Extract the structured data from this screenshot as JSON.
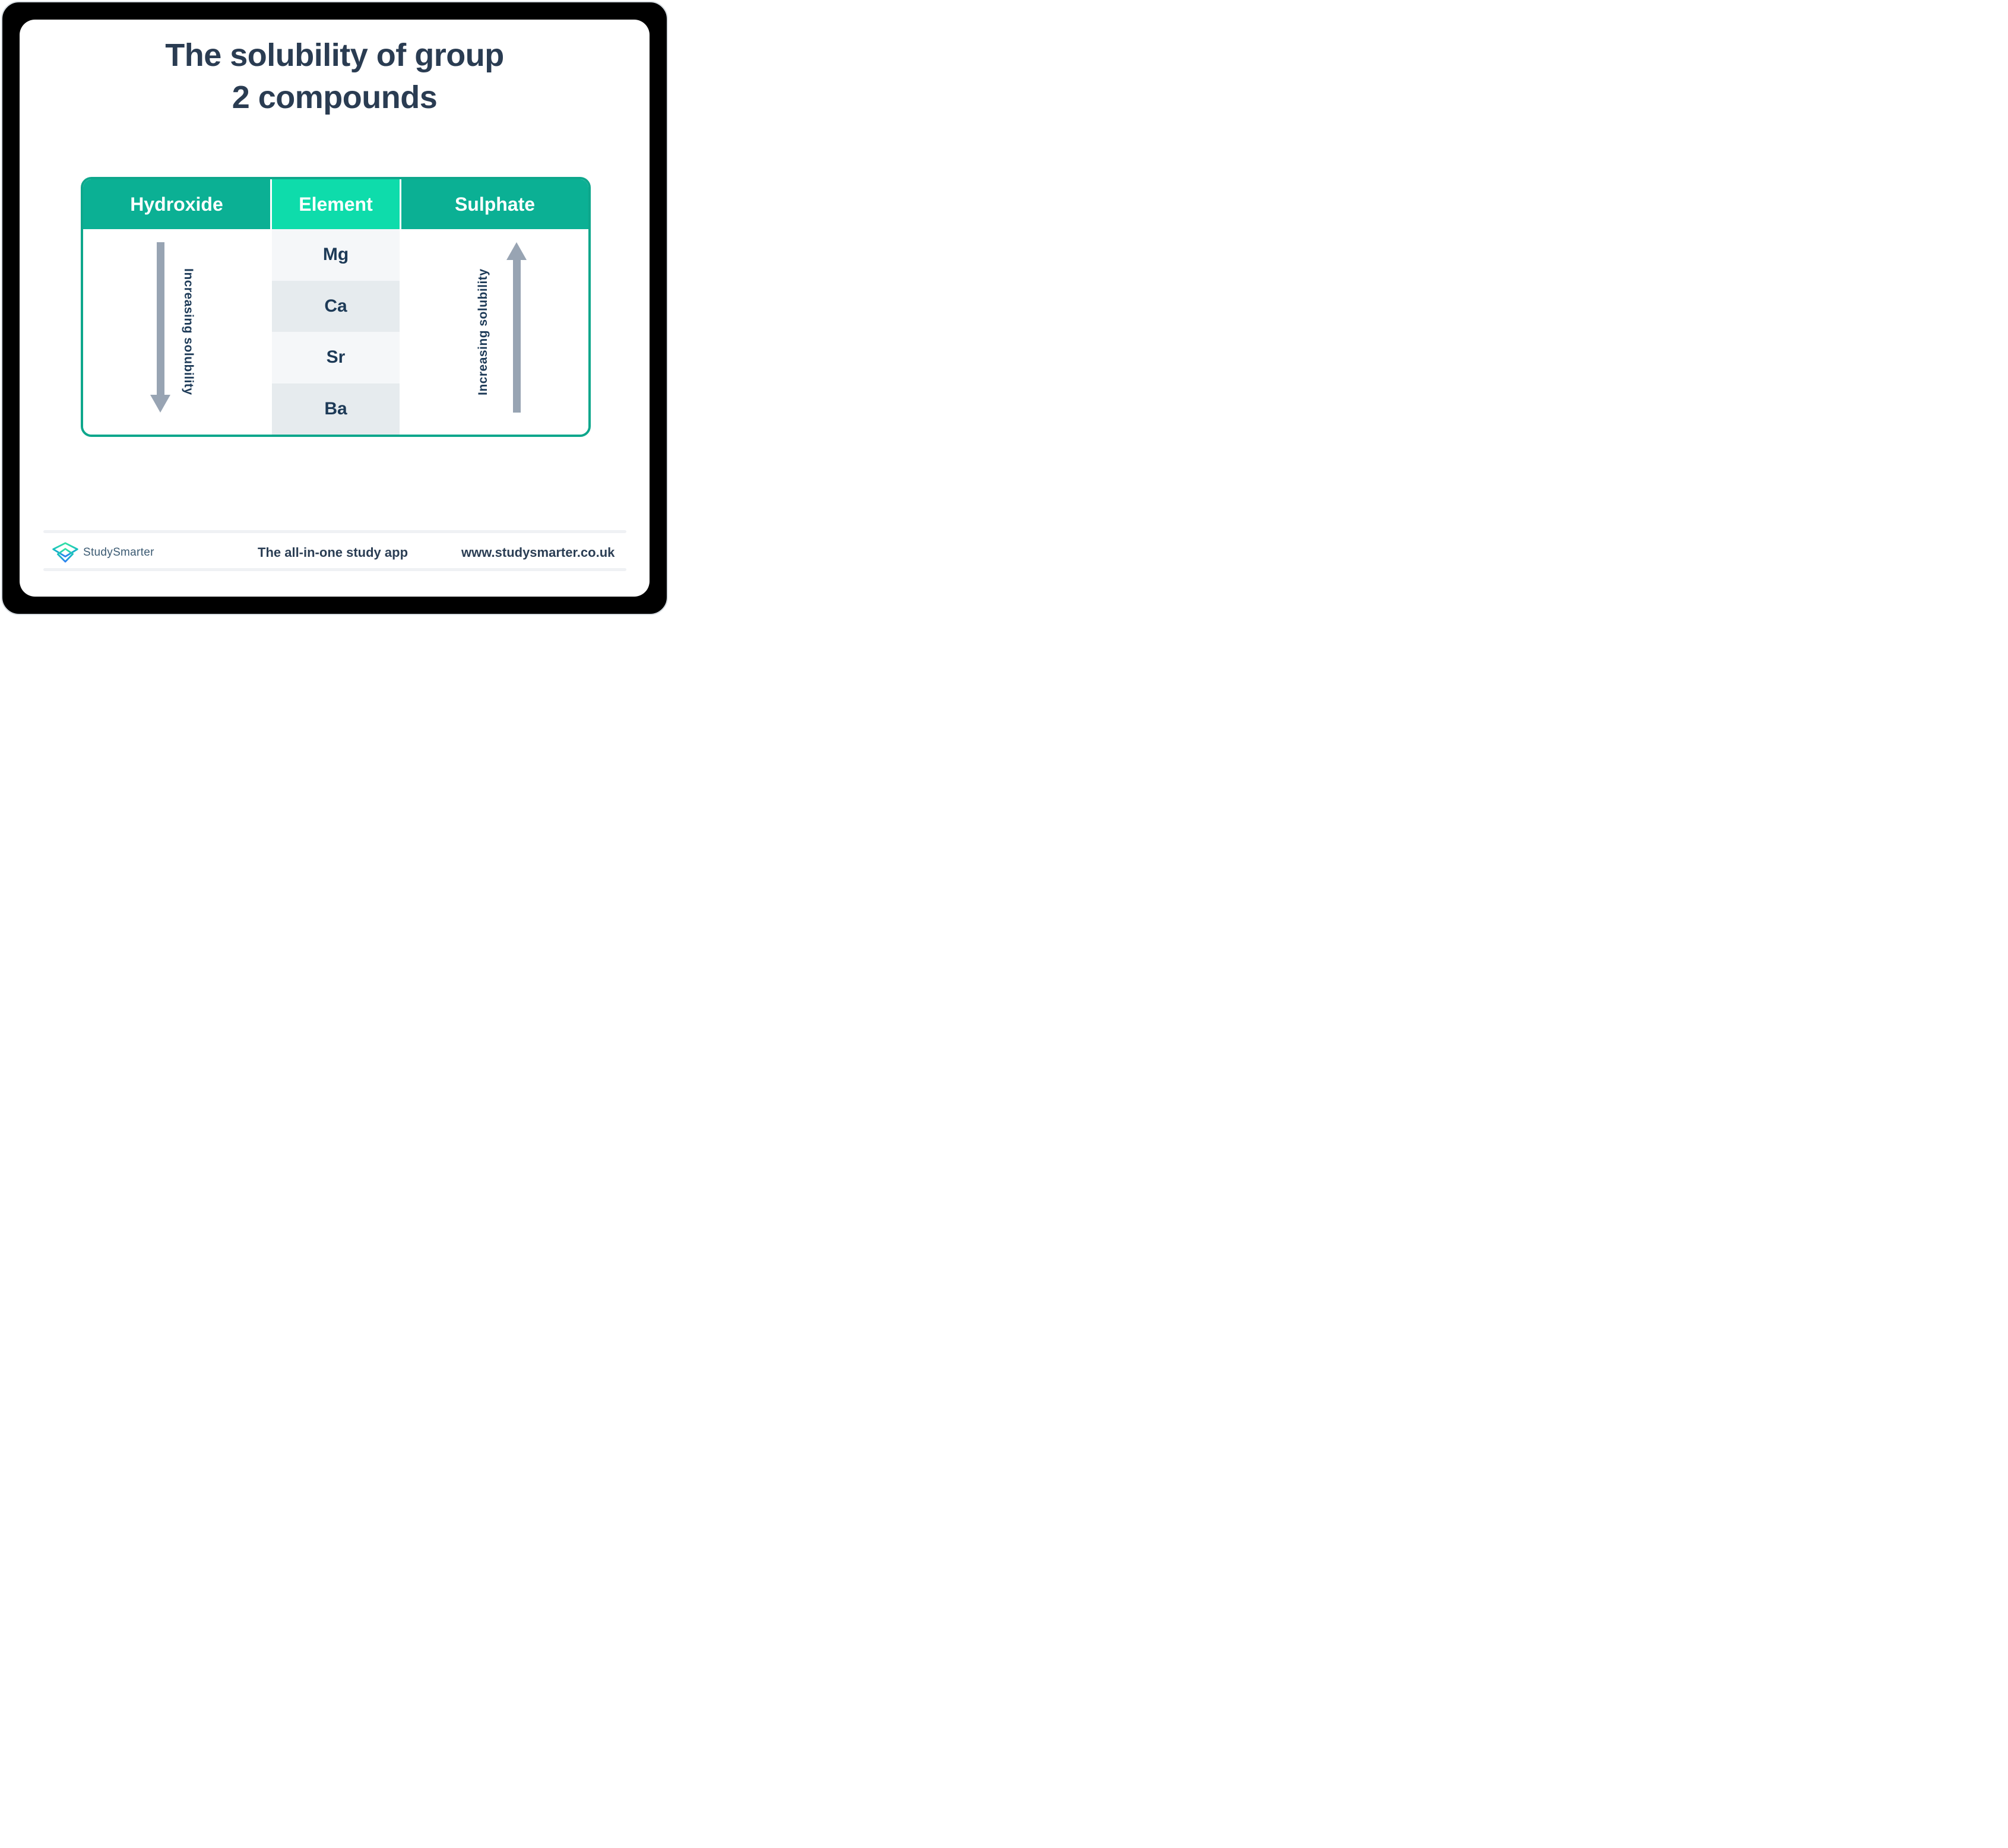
{
  "title": {
    "line1": "The solubility of group",
    "line2": "2 compounds"
  },
  "table": {
    "headers": {
      "left": "Hydroxide",
      "middle": "Element",
      "right": "Sulphate"
    },
    "elements": [
      "Mg",
      "Ca",
      "Sr",
      "Ba"
    ],
    "left_annotation": {
      "label": "Increasing solubility",
      "arrow": "down"
    },
    "right_annotation": {
      "label": "Increasing solubility",
      "arrow": "up"
    }
  },
  "footer": {
    "brand": "StudySmarter",
    "tagline": "The all-in-one study app",
    "website": "www.studysmarter.co.uk"
  },
  "colors": {
    "header_teal": "#0bb094",
    "header_mint": "#0edcab",
    "table_border": "#0ea78c",
    "title_navy": "#2a3c52",
    "element_navy": "#1d3a57",
    "arrow_gray": "#98a4b3",
    "row_light": "#f5f7f9",
    "row_dark": "#e6ebee",
    "wordmark_slate": "#3b5a72",
    "logo_gradient_top": "#34e3a4",
    "logo_gradient_bottom": "#2f7ff2",
    "frame_black": "#000000"
  }
}
